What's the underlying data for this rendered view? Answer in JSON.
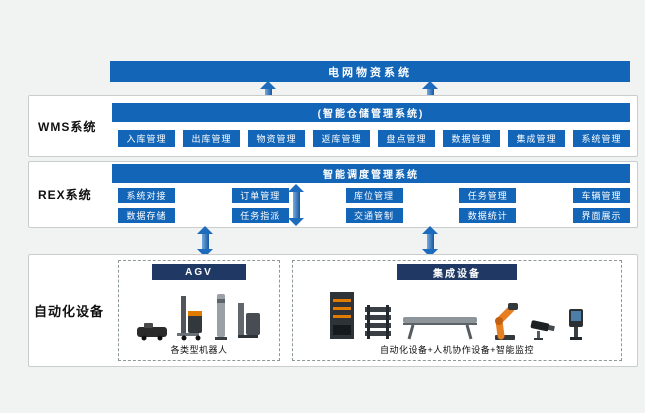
{
  "colors": {
    "primary_blue": "#1365b7",
    "dark_navy": "#1f3864",
    "arrow_blue": "#1d6bbd"
  },
  "top_bar": {
    "label": "电网物资系统"
  },
  "wms": {
    "section_label": "WMS系统",
    "header": "(智能仓储管理系统)",
    "modules": [
      "入库管理",
      "出库管理",
      "物资管理",
      "返库管理",
      "盘点管理",
      "数据管理",
      "集成管理",
      "系统管理"
    ]
  },
  "rex": {
    "section_label": "REX系统",
    "header": "智能调度管理系统",
    "modules_row1": [
      "系统对接",
      "订单管理",
      "库位管理",
      "任务管理",
      "车辆管理"
    ],
    "modules_row2": [
      "数据存储",
      "任务指派",
      "交通管制",
      "数据统计",
      "界面展示"
    ]
  },
  "automation": {
    "section_label": "自动化设备",
    "agv": {
      "header": "AGV",
      "caption": "各类型机器人",
      "icons": [
        "agv-cart-icon",
        "forklift-agv-icon",
        "tower-robot-icon",
        "stacker-robot-icon"
      ]
    },
    "integrated": {
      "header": "集成设备",
      "caption": "自动化设备+人机协作设备+智能监控",
      "icons": [
        "vertical-lift-icon",
        "tray-stack-icon",
        "conveyor-icon",
        "robot-arm-icon",
        "cctv-camera-icon",
        "kiosk-icon"
      ]
    }
  }
}
